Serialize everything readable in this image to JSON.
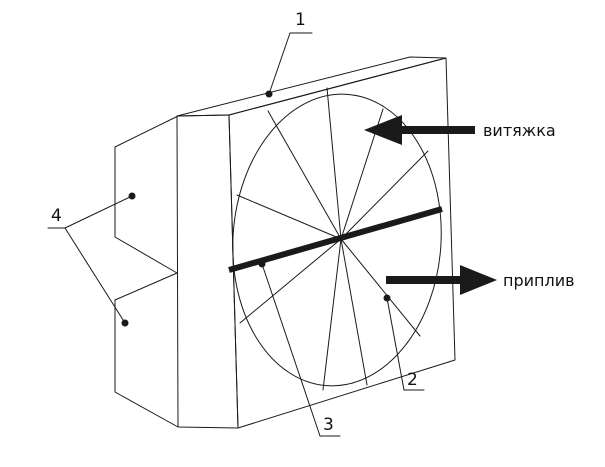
{
  "labels": {
    "part1": "1",
    "part2": "2",
    "part3": "3",
    "part4": "4"
  },
  "flows": {
    "exhaust": "витяжка",
    "supply": "приплив"
  },
  "colors": {
    "stroke": "#1a1a1a",
    "background": "#ffffff"
  }
}
